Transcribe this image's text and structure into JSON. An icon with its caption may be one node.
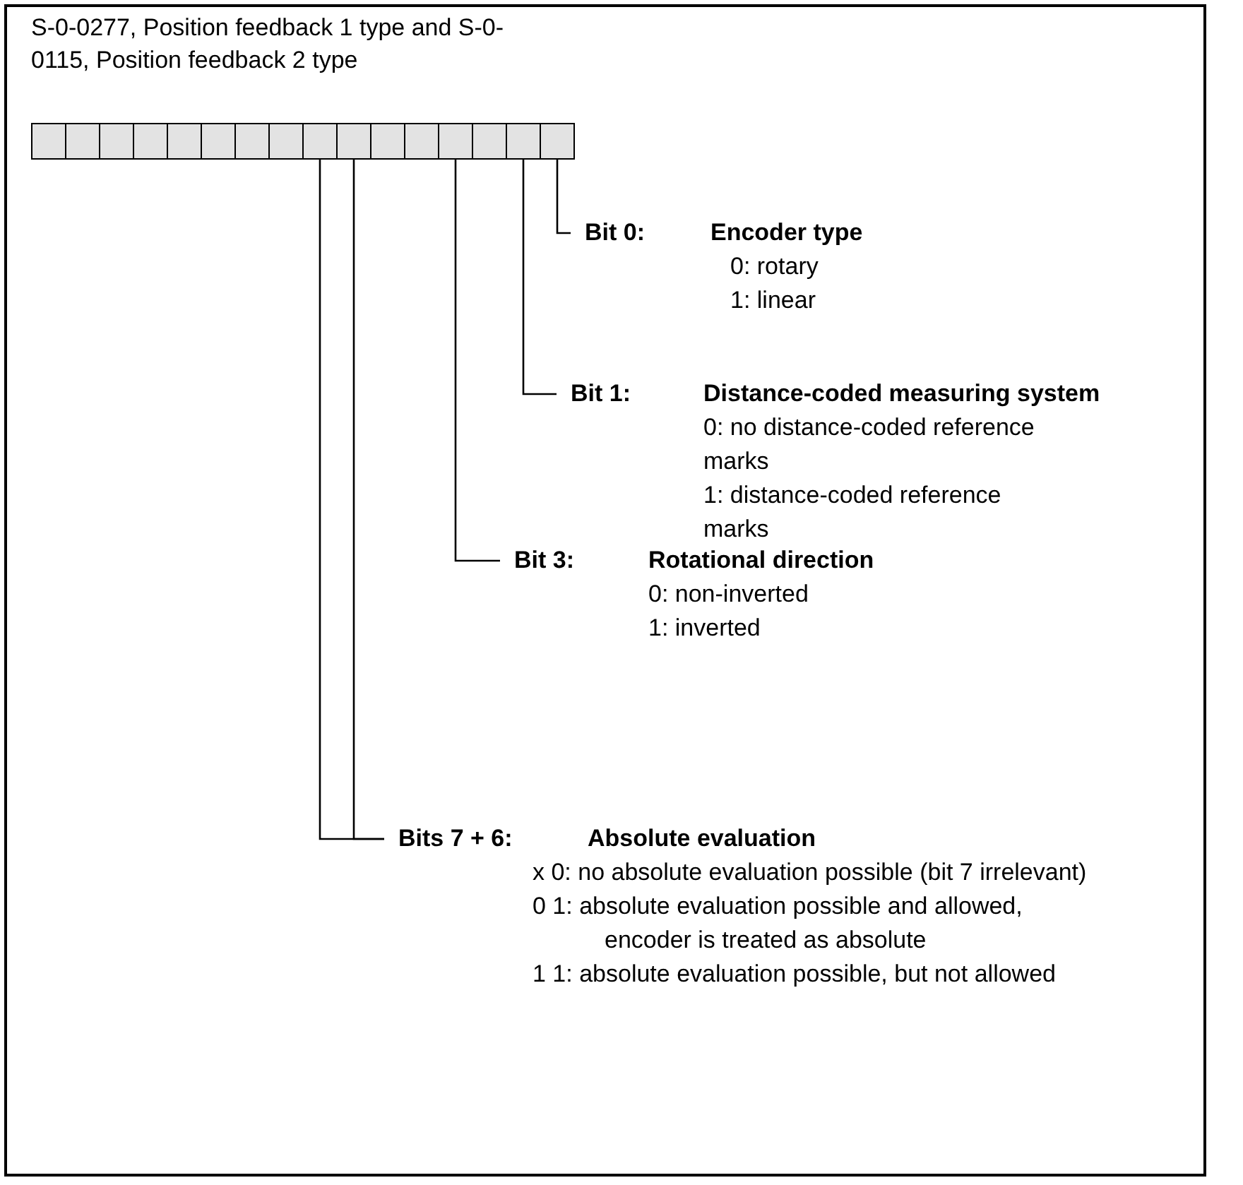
{
  "diagram": {
    "title": "S-0-0277, Position feedback 1 type and S-0-0115, Position feedback 2 type",
    "nodes": [
      {
        "text": [],
        "shape": "box"
      },
      {
        "text": [],
        "shape": "box"
      },
      {
        "text": [],
        "shape": "box"
      },
      {
        "text": [],
        "shape": "box"
      },
      {
        "text": [],
        "shape": "box"
      },
      {
        "text": [],
        "shape": "box"
      },
      {
        "text": [],
        "shape": "box"
      },
      {
        "text": [],
        "shape": "box"
      },
      {
        "text": [],
        "shape": "box"
      },
      {
        "text": [],
        "shape": "box"
      },
      {
        "text": [],
        "shape": "box"
      },
      {
        "text": [],
        "shape": "box"
      },
      {
        "text": [],
        "shape": "box"
      },
      {
        "text": [],
        "shape": "box"
      },
      {
        "text": [],
        "shape": "box"
      },
      {
        "text": [],
        "shape": "box"
      },
      {
        "text": [
          "Bit 0:",
          "Encoder type",
          "0: rotary",
          "1: linear"
        ]
      },
      {
        "text": [
          "Bit 1:",
          "Distance-coded measuring system",
          "0: no distance-coded reference marks",
          "1: distance-coded reference marks"
        ]
      },
      {
        "text": [
          "Bit 3:",
          "Rotational direction",
          "0: non-inverted",
          "1: inverted"
        ]
      },
      {
        "text": [
          "Bits 7 + 6:",
          "Absolute evaluation",
          "x 0: no absolute evaluation possible (bit 7 irrelevant)",
          "0 1: absolute evaluation possible and allowed, encoder is treated as absolute",
          "1 1: absolute evaluation possible, but not allowed"
        ]
      }
    ],
    "edges": [
      {
        "from": 16,
        "to": 15,
        "arrow": "none"
      },
      {
        "from": 17,
        "to": 14,
        "arrow": "none"
      },
      {
        "from": 18,
        "to": 12,
        "arrow": "none"
      },
      {
        "from": 19,
        "to": 8,
        "arrow": "none"
      },
      {
        "from": 19,
        "to": 9,
        "arrow": "none"
      }
    ]
  }
}
